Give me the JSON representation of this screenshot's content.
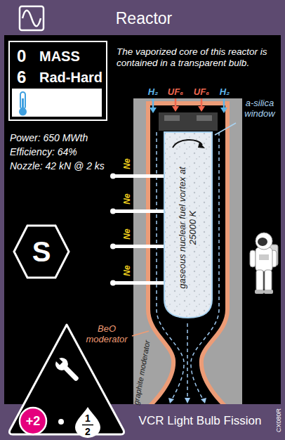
{
  "diagram": {
    "title": "Reactor",
    "nodes": [
      {
        "text": [
          "0",
          "MASS",
          "6",
          "Rad-Hard"
        ]
      },
      {
        "text": [
          "S"
        ]
      },
      {
        "text": [
          "gaseous nuclear fuel vortex at 25000 K"
        ]
      },
      {
        "text": [
          "VCR Light Bulb Fission"
        ]
      },
      {
        "text": [
          "+2"
        ],
        "in": 3
      },
      {
        "text": [
          "1",
          "2"
        ],
        "in": 3
      }
    ],
    "labels": [
      "The vaporized core of this reactor is contained in a transparent bulb.",
      "Power: 650 MWth",
      "Efficiency: 64%",
      "Nozzle: 42 kN @ 2 ks",
      "H₂",
      "UF₆",
      "UF₆",
      "H₂",
      "a-silica window",
      "Ne",
      "Ne",
      "Ne",
      "Ne",
      "BeO moderator",
      "graphite moderator",
      "CX080R"
    ]
  }
}
